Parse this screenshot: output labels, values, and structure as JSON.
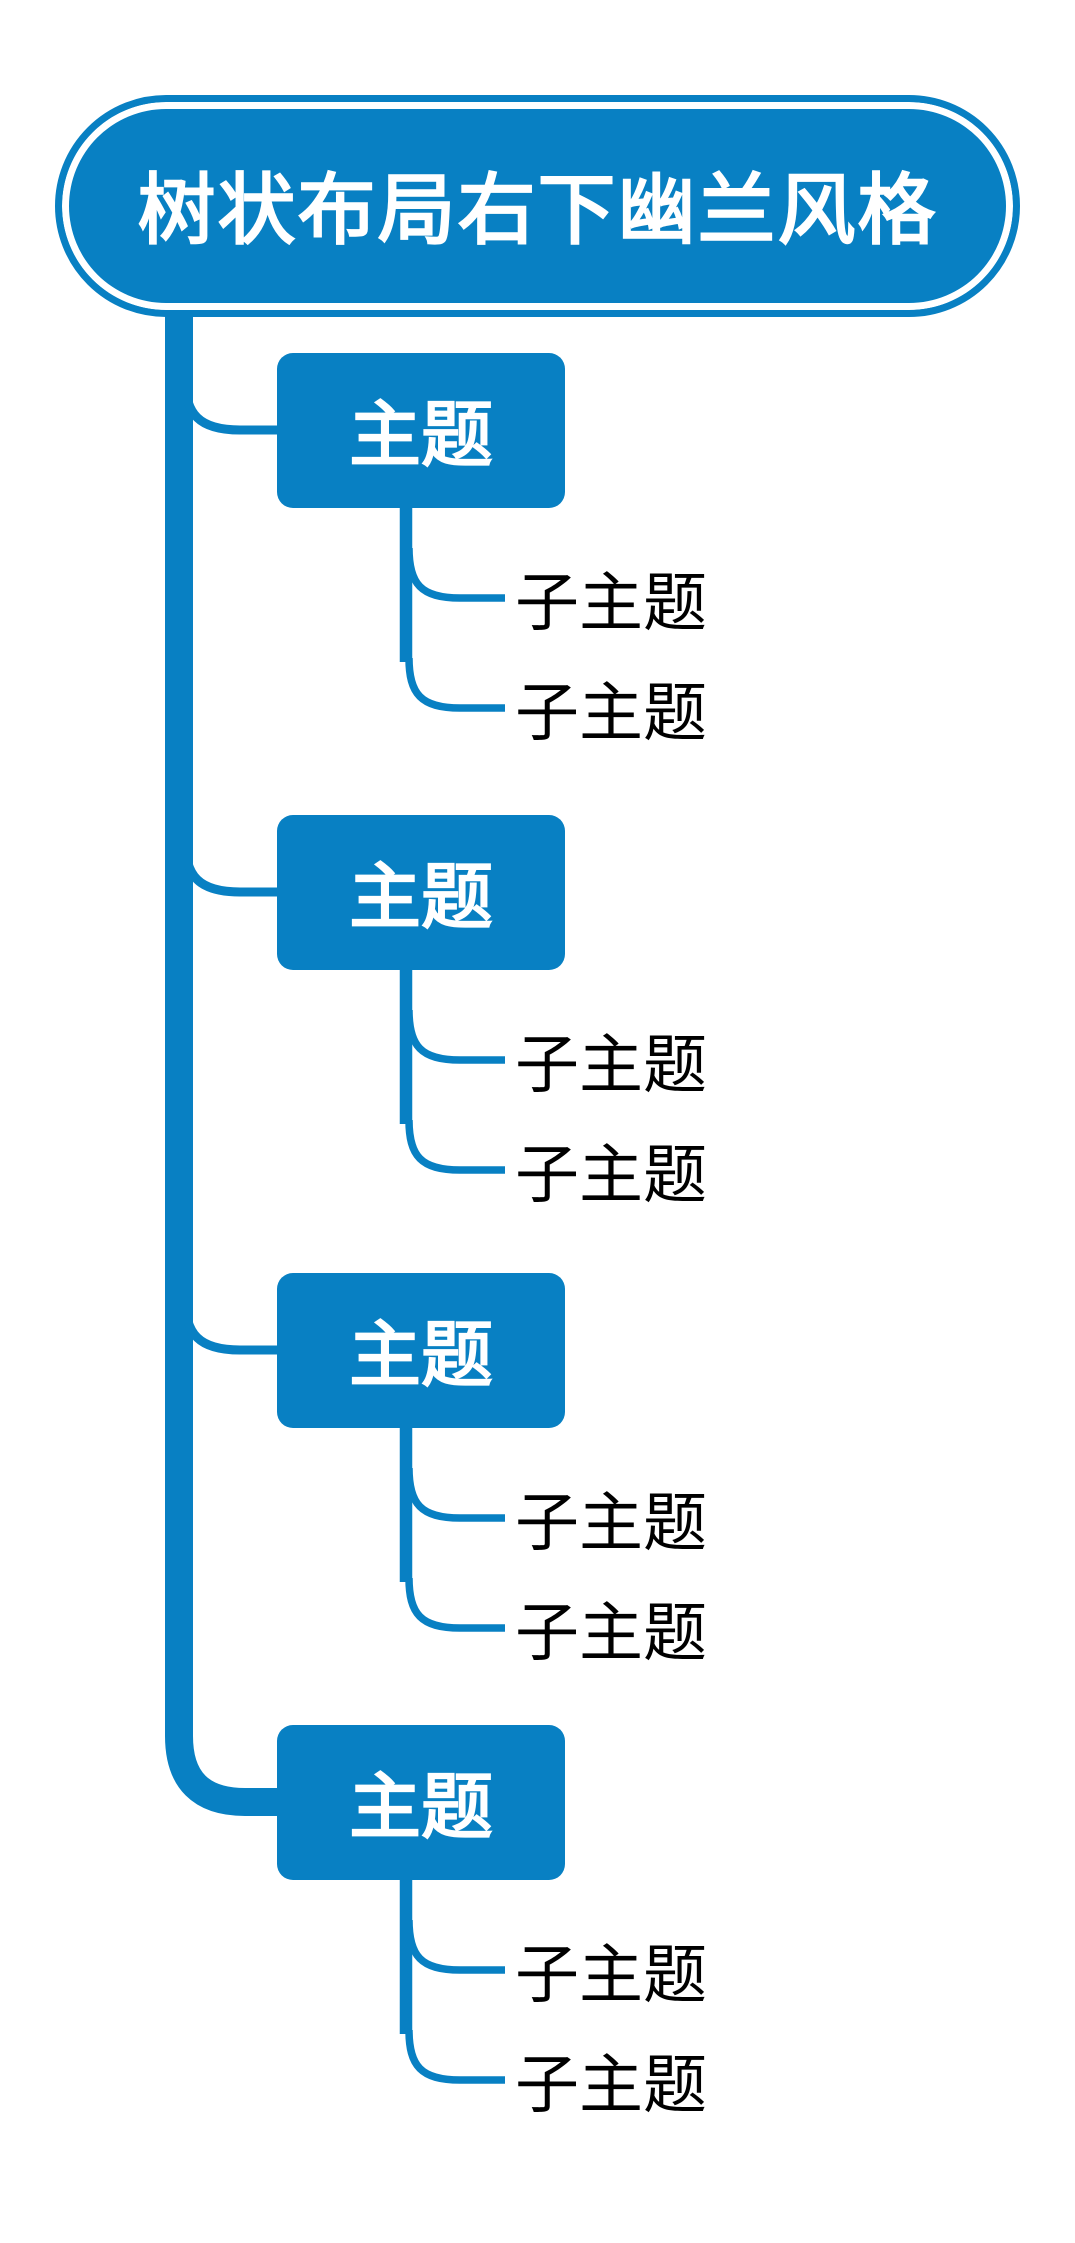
{
  "mindmap": {
    "root_label": "树状布局右下幽兰风格",
    "topics": [
      {
        "label": "主题",
        "children": [
          {
            "label": "子主题"
          },
          {
            "label": "子主题"
          }
        ]
      },
      {
        "label": "主题",
        "children": [
          {
            "label": "子主题"
          },
          {
            "label": "子主题"
          }
        ]
      },
      {
        "label": "主题",
        "children": [
          {
            "label": "子主题"
          },
          {
            "label": "子主题"
          }
        ]
      },
      {
        "label": "主题",
        "children": [
          {
            "label": "子主题"
          },
          {
            "label": "子主题"
          }
        ]
      }
    ],
    "colors": {
      "accent": "#0880C3",
      "topic_text": "#FFFFFF",
      "subtopic_text": "#000000",
      "canvas_bg": "#FFFFFF"
    }
  }
}
